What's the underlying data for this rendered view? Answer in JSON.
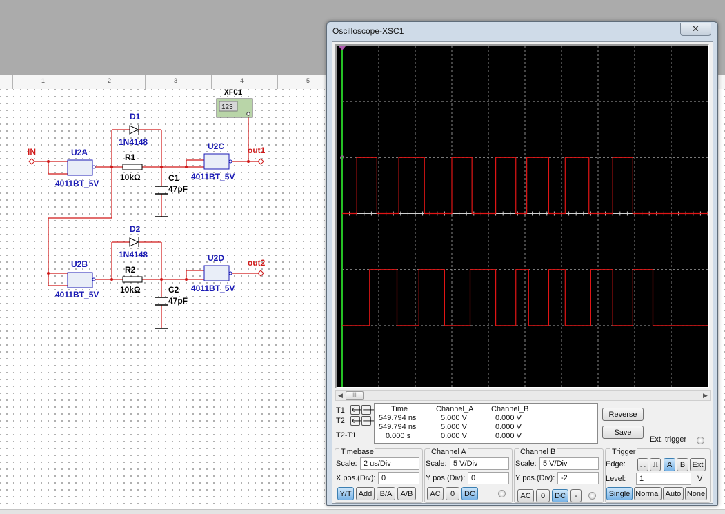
{
  "ruler": {
    "ticks": [
      "1",
      "2",
      "3",
      "4",
      "5"
    ]
  },
  "schematic": {
    "in_label": "IN",
    "out1_label": "out1",
    "out2_label": "out2",
    "xfc_label": "XFC1",
    "xfc_display": "123",
    "gates": [
      {
        "ref": "U2A",
        "part": "4011BT_5V"
      },
      {
        "ref": "U2B",
        "part": "4011BT_5V"
      },
      {
        "ref": "U2C",
        "part": "4011BT_5V"
      },
      {
        "ref": "U2D",
        "part": "4011BT_5V"
      }
    ],
    "diodes": [
      {
        "ref": "D1",
        "part": "1N4148"
      },
      {
        "ref": "D2",
        "part": "1N4148"
      }
    ],
    "resistors": [
      {
        "ref": "R1",
        "value": "10kΩ"
      },
      {
        "ref": "R2",
        "value": "10kΩ"
      }
    ],
    "capacitors": [
      {
        "ref": "C1",
        "value": "47pF"
      },
      {
        "ref": "C2",
        "value": "47pF"
      }
    ],
    "colors": {
      "wire": "#d01818",
      "part": "#1a1ab4",
      "label": "#d01818"
    }
  },
  "scope": {
    "title": "Oscilloscope-XSC1",
    "close_glyph": "✕",
    "colors": {
      "trace": "#e01515",
      "grid": "#8a8a8a",
      "cursor": "#25c025",
      "screen": "#000000"
    },
    "cursors": {
      "t1": "T1",
      "t2": "T2",
      "t2t1": "T2-T1"
    },
    "readout": {
      "headers": [
        "Time",
        "Channel_A",
        "Channel_B"
      ],
      "rows": [
        [
          "549.794 ns",
          "5.000 V",
          "0.000 V"
        ],
        [
          "549.794 ns",
          "5.000 V",
          "0.000 V"
        ],
        [
          "0.000 s",
          "0.000 V",
          "0.000 V"
        ]
      ]
    },
    "buttons": {
      "reverse": "Reverse",
      "save": "Save",
      "ext_trigger": "Ext. trigger"
    },
    "timebase": {
      "title": "Timebase",
      "scale_label": "Scale:",
      "scale": "2 us/Div",
      "xpos_label": "X pos.(Div):",
      "xpos": "0",
      "modes": [
        "Y/T",
        "Add",
        "B/A",
        "A/B"
      ],
      "active_mode": "Y/T"
    },
    "channel_a": {
      "title": "Channel A",
      "scale_label": "Scale:",
      "scale": "5  V/Div",
      "ypos_label": "Y pos.(Div):",
      "ypos": "0",
      "coupling": [
        "AC",
        "0",
        "DC"
      ],
      "active": "DC"
    },
    "channel_b": {
      "title": "Channel B",
      "scale_label": "Scale:",
      "scale": "5  V/Div",
      "ypos_label": "Y pos.(Div):",
      "ypos": "-2",
      "coupling": [
        "AC",
        "0",
        "DC",
        "-"
      ],
      "active": "DC"
    },
    "trigger": {
      "title": "Trigger",
      "edge_label": "Edge:",
      "edge_sources": [
        "A",
        "B",
        "Ext"
      ],
      "active_source": "A",
      "level_label": "Level:",
      "level": "1",
      "level_unit": "V",
      "modes": [
        "Single",
        "Normal",
        "Auto",
        "None"
      ],
      "active_mode": "Single"
    },
    "waveforms": {
      "screen_divisions": [
        10,
        6
      ],
      "channel_a": {
        "ypos_div": 0,
        "high_v": 5,
        "low_v": 0,
        "high_spans_div": [
          [
            0.4,
            0.95
          ],
          [
            1.55,
            2.25
          ],
          [
            3.0,
            3.55
          ],
          [
            4.2,
            4.75
          ],
          [
            5.05,
            5.65
          ],
          [
            6.1,
            6.75
          ],
          [
            7.4,
            7.95
          ]
        ]
      },
      "channel_b": {
        "ypos_div": -2,
        "high_v": 5,
        "low_v": 0,
        "high_spans_div": [
          [
            0.75,
            1.5
          ],
          [
            2.1,
            2.8
          ],
          [
            3.5,
            4.2
          ],
          [
            4.75,
            5.1
          ],
          [
            5.65,
            6.1
          ],
          [
            6.8,
            7.4
          ],
          [
            7.95,
            8.5
          ]
        ]
      }
    }
  }
}
